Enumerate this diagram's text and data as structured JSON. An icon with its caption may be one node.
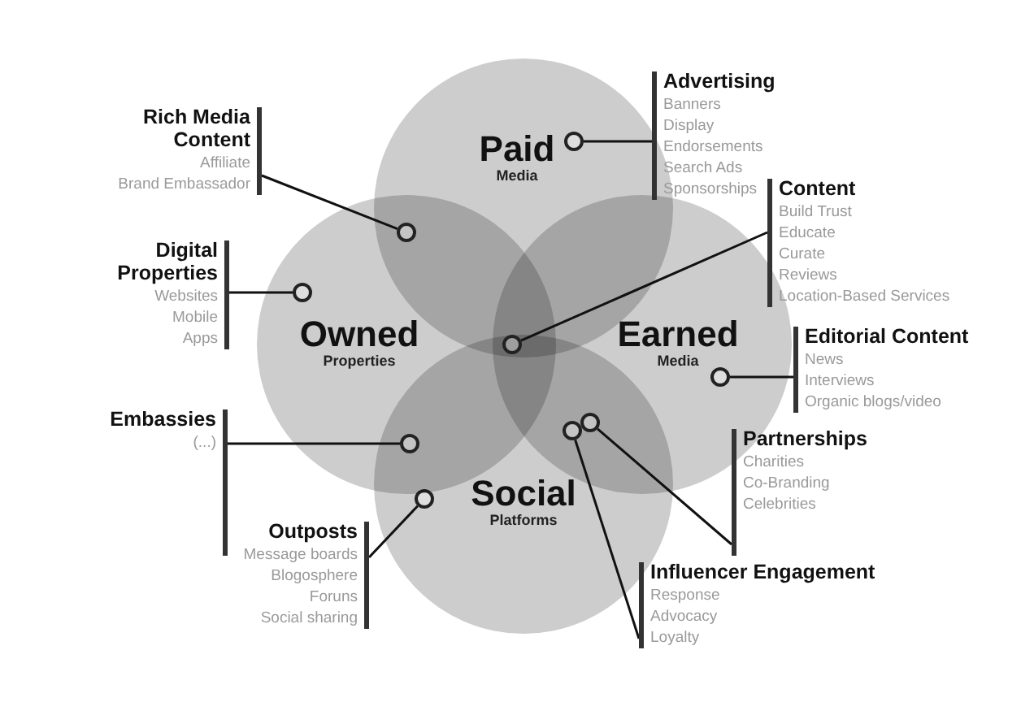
{
  "diagram": {
    "nodes": [
      {
        "text": [
          "Paid",
          "Media"
        ]
      },
      {
        "text": [
          "Owned",
          "Properties"
        ]
      },
      {
        "text": [
          "Earned",
          "Media"
        ]
      },
      {
        "text": [
          "Social",
          "Platforms"
        ]
      },
      {
        "text": [
          "Advertising",
          "Banners",
          "Display",
          "Endorsements",
          "Search Ads",
          "Sponsorships"
        ]
      },
      {
        "text": [
          "Rich Media Content",
          "Affiliate",
          "Brand Embassador"
        ]
      },
      {
        "text": [
          "Content",
          "Build Trust",
          "Educate",
          "Curate",
          "Reviews",
          "Location-Based Services"
        ]
      },
      {
        "text": [
          "Digital Properties",
          "Websites",
          "Mobile",
          "Apps"
        ]
      },
      {
        "text": [
          "Editorial Content",
          "News",
          "Interviews",
          "Organic blogs/video"
        ]
      },
      {
        "text": [
          "Embassies",
          "(...)"
        ]
      },
      {
        "text": [
          "Partnerships",
          "Charities",
          "Co-Branding",
          "Celebrities"
        ]
      },
      {
        "text": [
          "Outposts",
          "Message boards",
          "Blogosphere",
          "Foruns",
          "Social sharing"
        ]
      },
      {
        "text": [
          "Influencer Engagement",
          "Response",
          "Advocacy",
          "Loyalty"
        ]
      },
      {
        "text": [],
        "shape": "circle",
        "in": 0
      },
      {
        "text": [],
        "shape": "circle"
      },
      {
        "text": [],
        "shape": "circle"
      },
      {
        "text": [],
        "shape": "circle",
        "in": 1
      },
      {
        "text": [],
        "shape": "circle",
        "in": 2
      },
      {
        "text": [],
        "shape": "circle"
      },
      {
        "text": [],
        "shape": "circle"
      },
      {
        "text": [],
        "shape": "circle"
      },
      {
        "text": [],
        "shape": "circle",
        "in": 3
      }
    ],
    "edges": [
      {
        "from": 4,
        "to": 13,
        "arrow": "none"
      },
      {
        "from": 5,
        "to": 14,
        "arrow": "none"
      },
      {
        "from": 6,
        "to": 15,
        "arrow": "none"
      },
      {
        "from": 7,
        "to": 16,
        "arrow": "none"
      },
      {
        "from": 8,
        "to": 17,
        "arrow": "none"
      },
      {
        "from": 9,
        "to": 18,
        "arrow": "none"
      },
      {
        "from": 10,
        "to": 19,
        "arrow": "none"
      },
      {
        "from": 12,
        "to": 20,
        "arrow": "none"
      },
      {
        "from": 11,
        "to": 21,
        "arrow": "none"
      }
    ]
  }
}
